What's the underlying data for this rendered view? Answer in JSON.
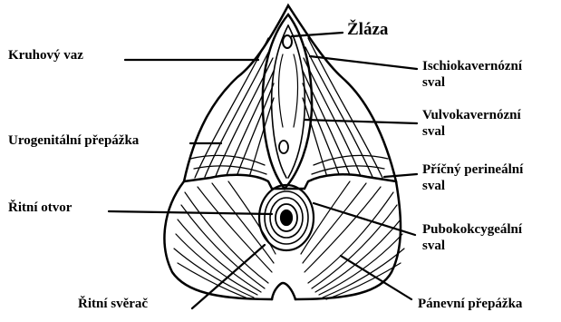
{
  "labels": {
    "gland": "Žláza",
    "round_ligament": "Kruhový vaz",
    "ischiocavernosus_1": "Ischiokavernózní",
    "ischiocavernosus_2": "sval",
    "bulbocavernosus_1": "Vulvokavernózní",
    "bulbocavernosus_2": "sval",
    "urogenital_diaphragm": "Urogenitální přepážka",
    "transverse_perineal_1": "Příčný perineální",
    "transverse_perineal_2": "sval",
    "anus": "Řitní otvor",
    "pubococcygeus_1": "Pubokokcygeální",
    "pubococcygeus_2": "sval",
    "anal_sphincter": "Řitní svěrač",
    "pelvic_diaphragm": "Pánevní přepážka"
  }
}
